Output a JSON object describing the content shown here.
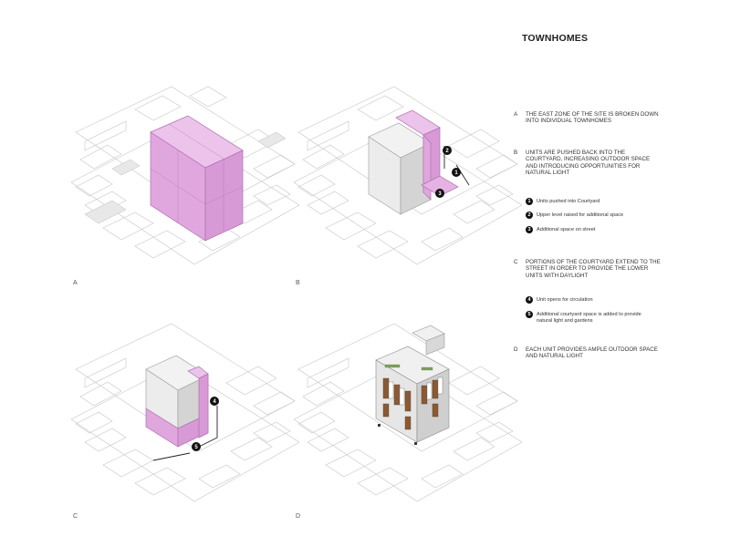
{
  "title": "TOWNHOMES",
  "panels": [
    {
      "label": "A"
    },
    {
      "label": "B"
    },
    {
      "label": "C"
    },
    {
      "label": "D"
    }
  ],
  "sections": {
    "a": {
      "letter": "A",
      "text": "THE EAST ZONE OF THE SITE IS BROKEN DOWN INTO INDIVIDUAL TOWNHOMES"
    },
    "b": {
      "letter": "B",
      "text": "UNITS ARE PUSHED BACK INTO THE COURTYARD, INCREASING OUTDOOR SPACE AND INTRODUCING OPPORTUNITIES FOR NATURAL LIGHT"
    },
    "c": {
      "letter": "C",
      "text": "PORTIONS OF THE COURTYARD EXTEND TO THE STREET IN ORDER TO PROVIDE THE LOWER UNITS WITH DAYLIGHT"
    },
    "d": {
      "letter": "D",
      "text": "EACH UNIT PROVIDES AMPLE OUTDOOR SPACE AND NATURAL LIGHT"
    }
  },
  "legend": [
    {
      "num": "1",
      "text": "Units pushed into Courtyard"
    },
    {
      "num": "2",
      "text": "Upper level raised for additional space"
    },
    {
      "num": "3",
      "text": "Additional space on street"
    },
    {
      "num": "4",
      "text": "Unit opens for circulation"
    },
    {
      "num": "5",
      "text": "Additional courtyard space is added to provide natural light and gardens"
    }
  ],
  "colors": {
    "accent_pink": "#e0a7de",
    "pink_stroke": "#b070b0",
    "grey_volume": "#d8d8d8",
    "context_line": "#bdbdbd",
    "wood": "#8a5a34"
  }
}
